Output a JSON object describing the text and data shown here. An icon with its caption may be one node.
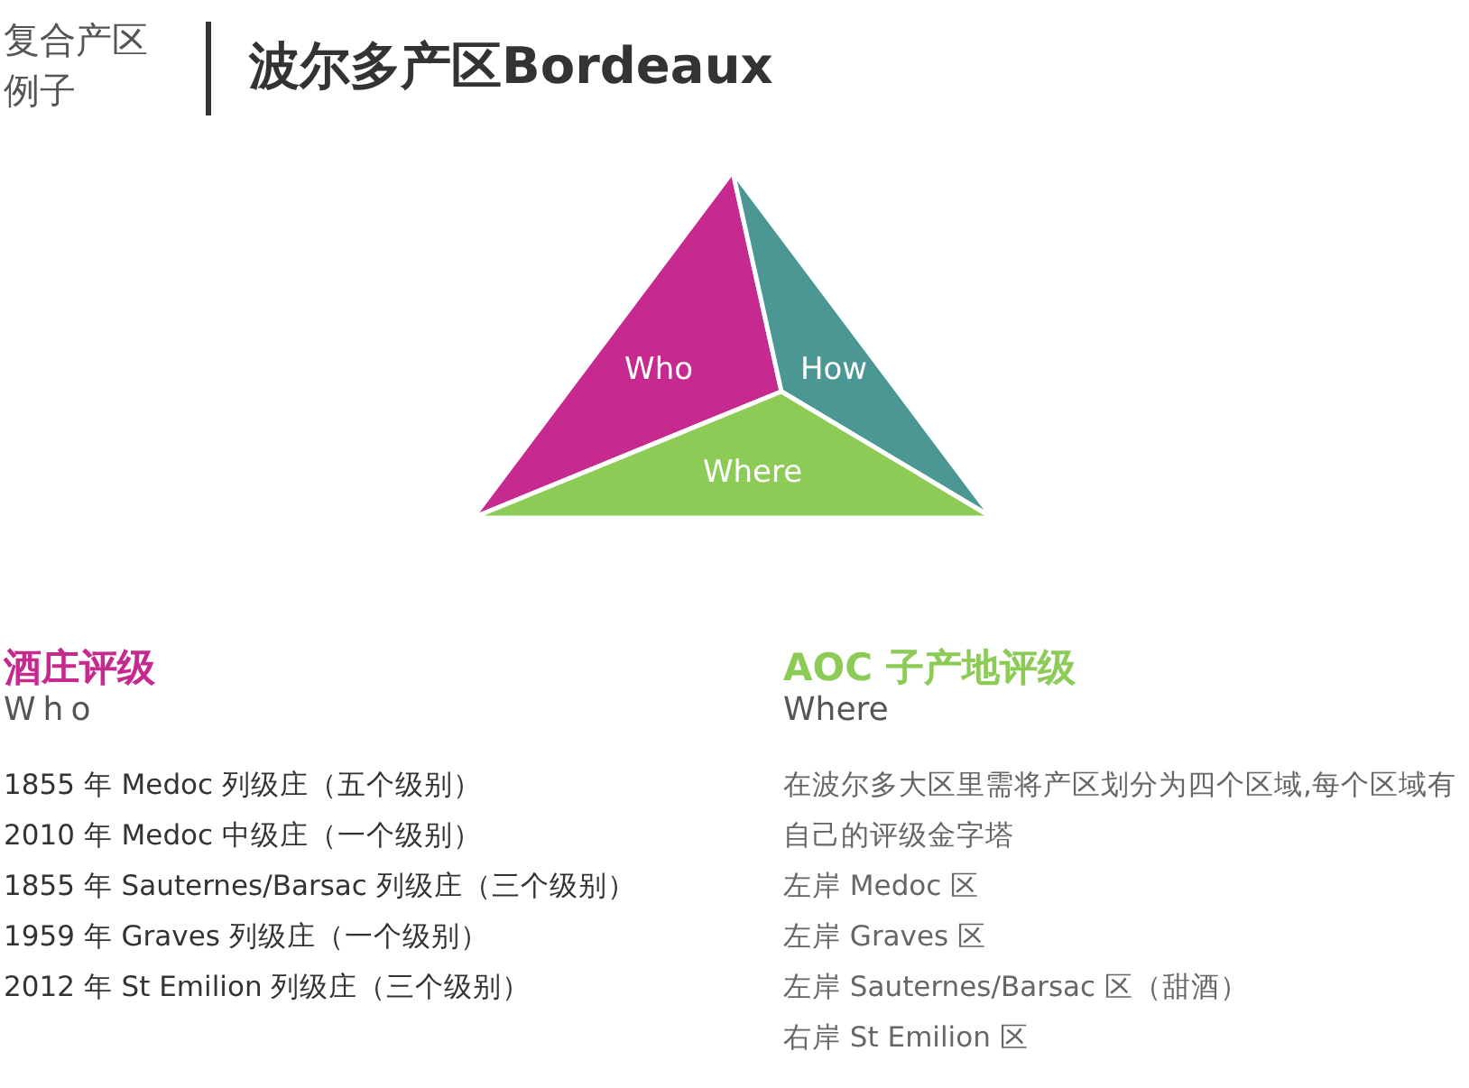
{
  "diagram": {
    "title": "波尔多产区Bordeaux",
    "nodes": [
      {
        "text": [
          "Who"
        ]
      },
      {
        "text": [
          "How"
        ]
      },
      {
        "text": [
          "Where"
        ]
      }
    ],
    "labels": [
      "复合产区例子",
      "酒庄评级",
      "Who",
      "1855 年 Medoc 列级庄（五个级别）",
      "2010 年 Medoc 中级庄（一个级别）",
      "1855 年 Sauternes/Barsac 列级庄（三个级别）",
      "1959 年 Graves 列级庄（一个级别）",
      "2012 年 St Emilion 列级庄（三个级别）",
      "AOC 子产地评级",
      "Where",
      "在波尔多大区里需将产区划分为四个区域,每个区域有自己的评级金字塔",
      "左岸 Medoc 区",
      "左岸 Graves 区",
      "左岸 Sauternes/Barsac 区（甜酒）",
      "右岸 St Emilion 区"
    ]
  }
}
